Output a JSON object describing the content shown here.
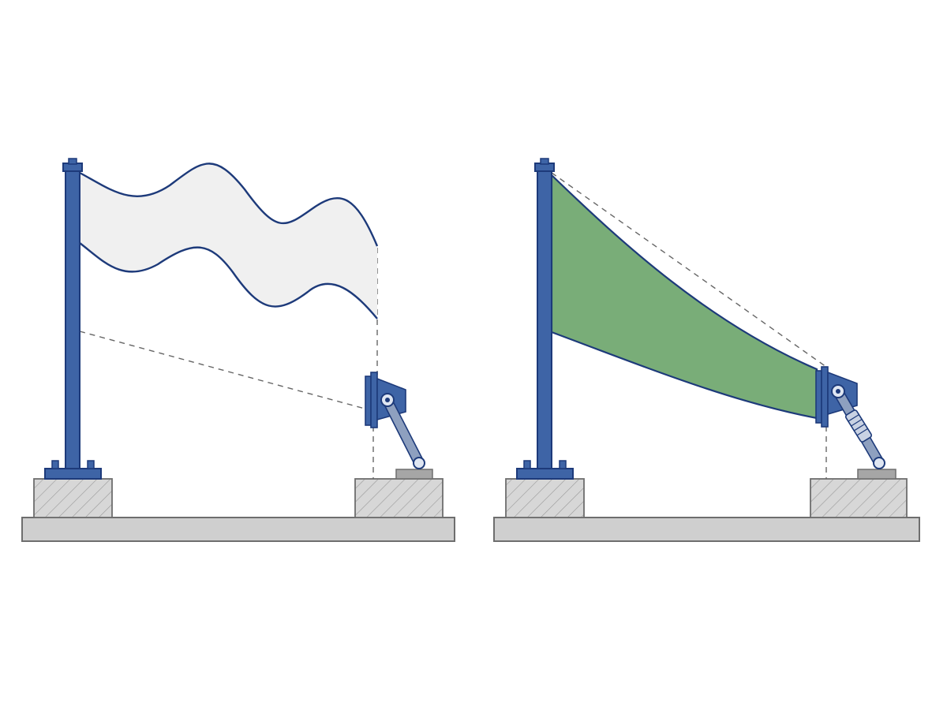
{
  "diagram": {
    "panels": [
      {
        "id": "slack",
        "fabric_state": "loose-wavy",
        "fabric_color": "#f0f0f0",
        "tensioner": "plain-link-arm"
      },
      {
        "id": "taut",
        "fabric_state": "tensioned",
        "fabric_color": "#79ad78",
        "tensioner": "turnbuckle-arm"
      }
    ],
    "colors": {
      "steel": "#3e64a6",
      "steel_outline": "#1d3a7a",
      "concrete": "#d7d7d7",
      "concrete_outline": "#777777",
      "ground": "#cfcfcf",
      "hatch": "#9a9a9a",
      "guide_line": "#666666",
      "link": "#8ea0bf"
    },
    "icons": [
      "post-icon",
      "base-plate-icon",
      "bolt-icon",
      "tension-bracket-icon",
      "turnbuckle-icon",
      "footing-icon",
      "ground-icon"
    ]
  }
}
